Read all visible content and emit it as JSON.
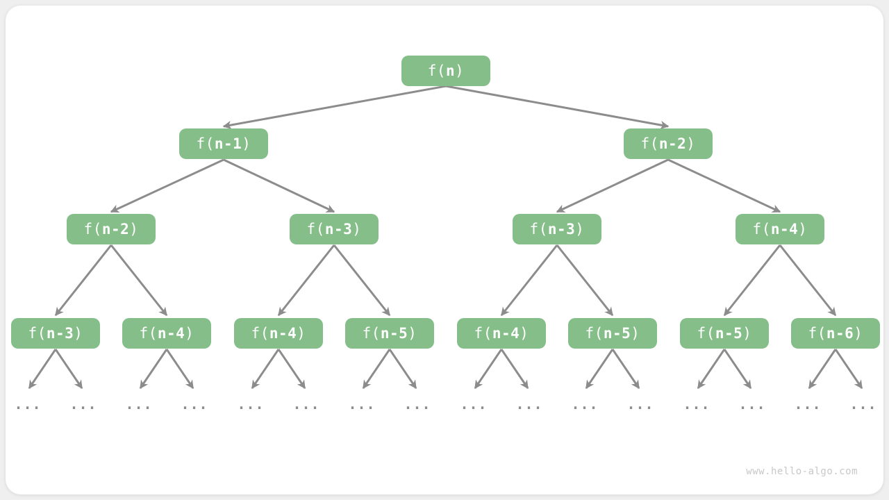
{
  "watermark": "www.hello-algo.com",
  "colors": {
    "node_fill": "#86BE8A",
    "node_text": "#FFFFFF",
    "arrow": "#8C8C8C",
    "dots": "#8C8C8C",
    "watermark": "#C8C8C8",
    "page_bg": "#F0EFEF",
    "card_bg": "#FFFFFF"
  },
  "diagram": {
    "type": "recursion-tree",
    "nodes": [
      {
        "pre": "f(",
        "arg": "n",
        "post": ")"
      },
      {
        "pre": "f(",
        "arg": "n-1",
        "post": ")"
      },
      {
        "pre": "f(",
        "arg": "n-2",
        "post": ")"
      },
      {
        "pre": "f(",
        "arg": "n-2",
        "post": ")"
      },
      {
        "pre": "f(",
        "arg": "n-3",
        "post": ")"
      },
      {
        "pre": "f(",
        "arg": "n-3",
        "post": ")"
      },
      {
        "pre": "f(",
        "arg": "n-4",
        "post": ")"
      },
      {
        "pre": "f(",
        "arg": "n-3",
        "post": ")"
      },
      {
        "pre": "f(",
        "arg": "n-4",
        "post": ")"
      },
      {
        "pre": "f(",
        "arg": "n-4",
        "post": ")"
      },
      {
        "pre": "f(",
        "arg": "n-5",
        "post": ")"
      },
      {
        "pre": "f(",
        "arg": "n-4",
        "post": ")"
      },
      {
        "pre": "f(",
        "arg": "n-5",
        "post": ")"
      },
      {
        "pre": "f(",
        "arg": "n-5",
        "post": ")"
      },
      {
        "pre": "f(",
        "arg": "n-6",
        "post": ")"
      }
    ],
    "leaves": [
      {
        "label": "..."
      },
      {
        "label": "..."
      },
      {
        "label": "..."
      },
      {
        "label": "..."
      },
      {
        "label": "..."
      },
      {
        "label": "..."
      },
      {
        "label": "..."
      },
      {
        "label": "..."
      },
      {
        "label": "..."
      },
      {
        "label": "..."
      },
      {
        "label": "..."
      },
      {
        "label": "..."
      },
      {
        "label": "..."
      },
      {
        "label": "..."
      },
      {
        "label": "..."
      },
      {
        "label": "..."
      }
    ]
  }
}
